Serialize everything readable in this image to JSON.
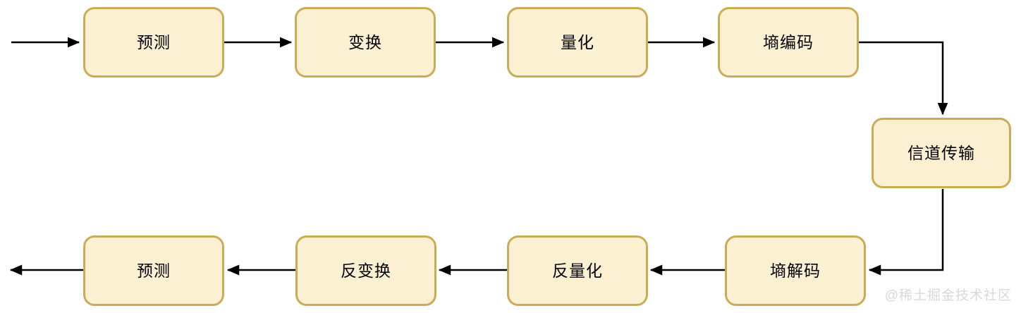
{
  "diagram": {
    "type": "flowchart",
    "description": "coding-decoding pipeline with channel transmission",
    "nodes": [
      {
        "id": "prediction-top",
        "label": "预测"
      },
      {
        "id": "transform",
        "label": "变换"
      },
      {
        "id": "quantization",
        "label": "量化"
      },
      {
        "id": "entropy-encoding",
        "label": "墒编码"
      },
      {
        "id": "channel-transmission",
        "label": "信道传输"
      },
      {
        "id": "entropy-decoding",
        "label": "墒解码"
      },
      {
        "id": "dequantization",
        "label": "反量化"
      },
      {
        "id": "inverse-transform",
        "label": "反变换"
      },
      {
        "id": "prediction-bottom",
        "label": "预测"
      }
    ],
    "flow": [
      "input → 预测 → 变换 → 量化 → 墒编码 → 信道传输 → 墒解码 → 反量化 → 反变换 → 预测 → output"
    ],
    "colors": {
      "node_fill": "#FCF0D3",
      "node_border": "#CBAC56",
      "arrow": "#000000",
      "watermark": "#D9D9D9"
    },
    "watermark": "@稀土掘金技术社区"
  }
}
